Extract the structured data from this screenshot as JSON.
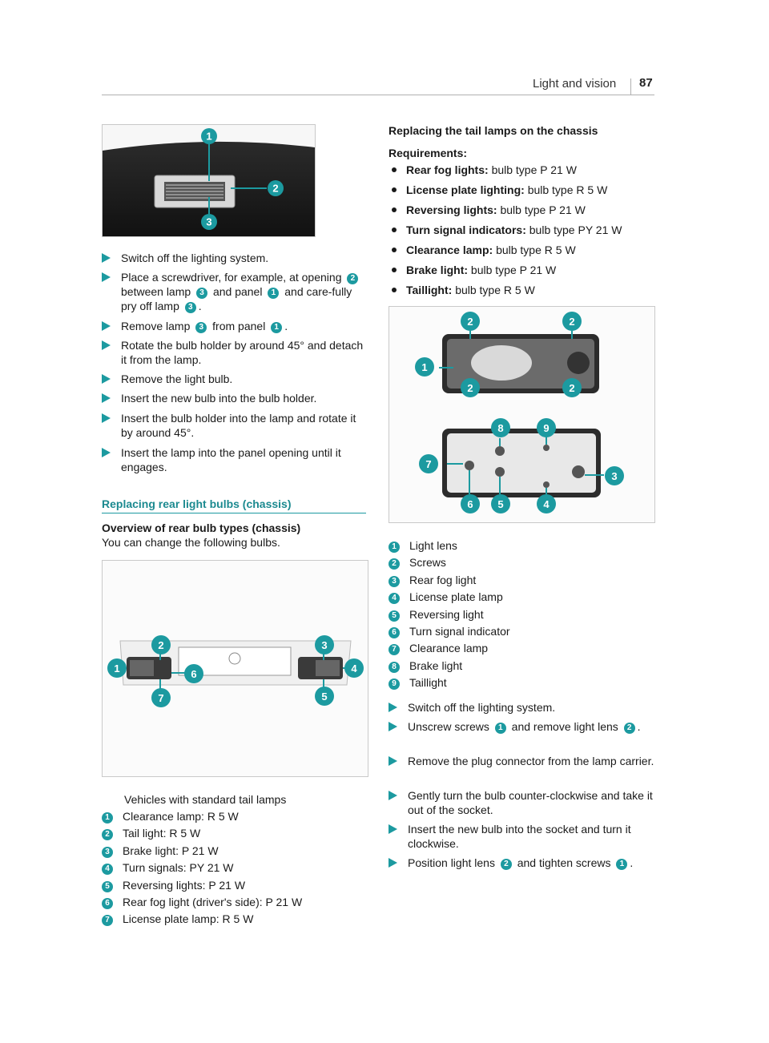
{
  "header": {
    "section": "Light and vision",
    "page": "87"
  },
  "figure1": {
    "callouts": [
      "1",
      "2",
      "3"
    ]
  },
  "steps_left": [
    {
      "parts": [
        {
          "t": "Switch off the lighting system."
        }
      ]
    },
    {
      "parts": [
        {
          "t": "Place a screwdriver, for example, at opening "
        },
        {
          "n": "2"
        },
        {
          "t": " between lamp "
        },
        {
          "n": "3"
        },
        {
          "t": " and panel "
        },
        {
          "n": "1"
        },
        {
          "t": " and care-fully pry off lamp "
        },
        {
          "n": "3"
        },
        {
          "t": "."
        }
      ]
    },
    {
      "parts": [
        {
          "t": "Remove lamp "
        },
        {
          "n": "3"
        },
        {
          "t": " from panel "
        },
        {
          "n": "1"
        },
        {
          "t": "."
        }
      ]
    },
    {
      "parts": [
        {
          "t": "Rotate the bulb holder by around 45° and detach it from the lamp."
        }
      ]
    },
    {
      "parts": [
        {
          "t": "Remove the light bulb."
        }
      ]
    },
    {
      "parts": [
        {
          "t": "Insert the new bulb into the bulb holder."
        }
      ]
    },
    {
      "parts": [
        {
          "t": "Insert the bulb holder into the lamp and rotate it by around 45°."
        }
      ]
    },
    {
      "parts": [
        {
          "t": "Insert the lamp into the panel opening until it engages."
        }
      ]
    }
  ],
  "section_rear": {
    "title": "Replacing rear light bulbs (chassis)",
    "subtitle": "Overview of rear bulb types (chassis)",
    "intro": "You can change the following bulbs."
  },
  "figure2": {
    "callouts": [
      "1",
      "2",
      "3",
      "4",
      "5",
      "6",
      "7"
    ],
    "caption": "Vehicles with standard tail lamps",
    "legend": [
      {
        "n": "1",
        "text": "Clearance lamp: R 5 W"
      },
      {
        "n": "2",
        "text": "Tail light: R 5 W"
      },
      {
        "n": "3",
        "text": "Brake light: P 21 W"
      },
      {
        "n": "4",
        "text": "Turn signals: PY 21 W"
      },
      {
        "n": "5",
        "text": "Reversing lights: P 21 W"
      },
      {
        "n": "6",
        "text": "Rear fog light (driver's side): P 21 W"
      },
      {
        "n": "7",
        "text": "License plate lamp: R 5 W"
      }
    ]
  },
  "section_tail": {
    "title": "Replacing the tail lamps on the chassis",
    "req_label": "Requirements:",
    "requirements": [
      {
        "label": "Rear fog lights:",
        "value": "bulb type P 21 W"
      },
      {
        "label": "License plate lighting:",
        "value": "bulb type R 5 W"
      },
      {
        "label": "Reversing lights:",
        "value": "bulb type P 21 W"
      },
      {
        "label": "Turn signal indicators:",
        "value": "bulb type PY 21 W"
      },
      {
        "label": "Clearance lamp:",
        "value": "bulb type R 5 W"
      },
      {
        "label": "Brake light:",
        "value": "bulb type P 21 W"
      },
      {
        "label": "Taillight:",
        "value": "bulb type R 5 W"
      }
    ]
  },
  "figure3": {
    "callouts": [
      "1",
      "2",
      "3",
      "4",
      "5",
      "6",
      "7",
      "8",
      "9"
    ],
    "legend": [
      {
        "n": "1",
        "text": "Light lens"
      },
      {
        "n": "2",
        "text": "Screws"
      },
      {
        "n": "3",
        "text": "Rear fog light"
      },
      {
        "n": "4",
        "text": "License plate lamp"
      },
      {
        "n": "5",
        "text": "Reversing light"
      },
      {
        "n": "6",
        "text": "Turn signal indicator"
      },
      {
        "n": "7",
        "text": "Clearance lamp"
      },
      {
        "n": "8",
        "text": "Brake light"
      },
      {
        "n": "9",
        "text": "Taillight"
      }
    ]
  },
  "steps_right": [
    {
      "parts": [
        {
          "t": "Switch off the lighting system."
        }
      ]
    },
    {
      "parts": [
        {
          "t": "Unscrew screws "
        },
        {
          "n": "1"
        },
        {
          "t": " and remove light lens "
        },
        {
          "n": "2"
        },
        {
          "t": "."
        }
      ]
    },
    {
      "parts": [
        {
          "t": "Remove the plug connector from the lamp carrier."
        }
      ]
    },
    {
      "parts": [
        {
          "t": "Gently turn the bulb counter-clockwise and take it out of the socket."
        }
      ]
    },
    {
      "parts": [
        {
          "t": "Insert the new bulb into the socket and turn it clockwise."
        }
      ]
    },
    {
      "parts": [
        {
          "t": "Position light lens "
        },
        {
          "n": "2"
        },
        {
          "t": " and tighten screws "
        },
        {
          "n": "1"
        },
        {
          "t": "."
        }
      ]
    }
  ]
}
